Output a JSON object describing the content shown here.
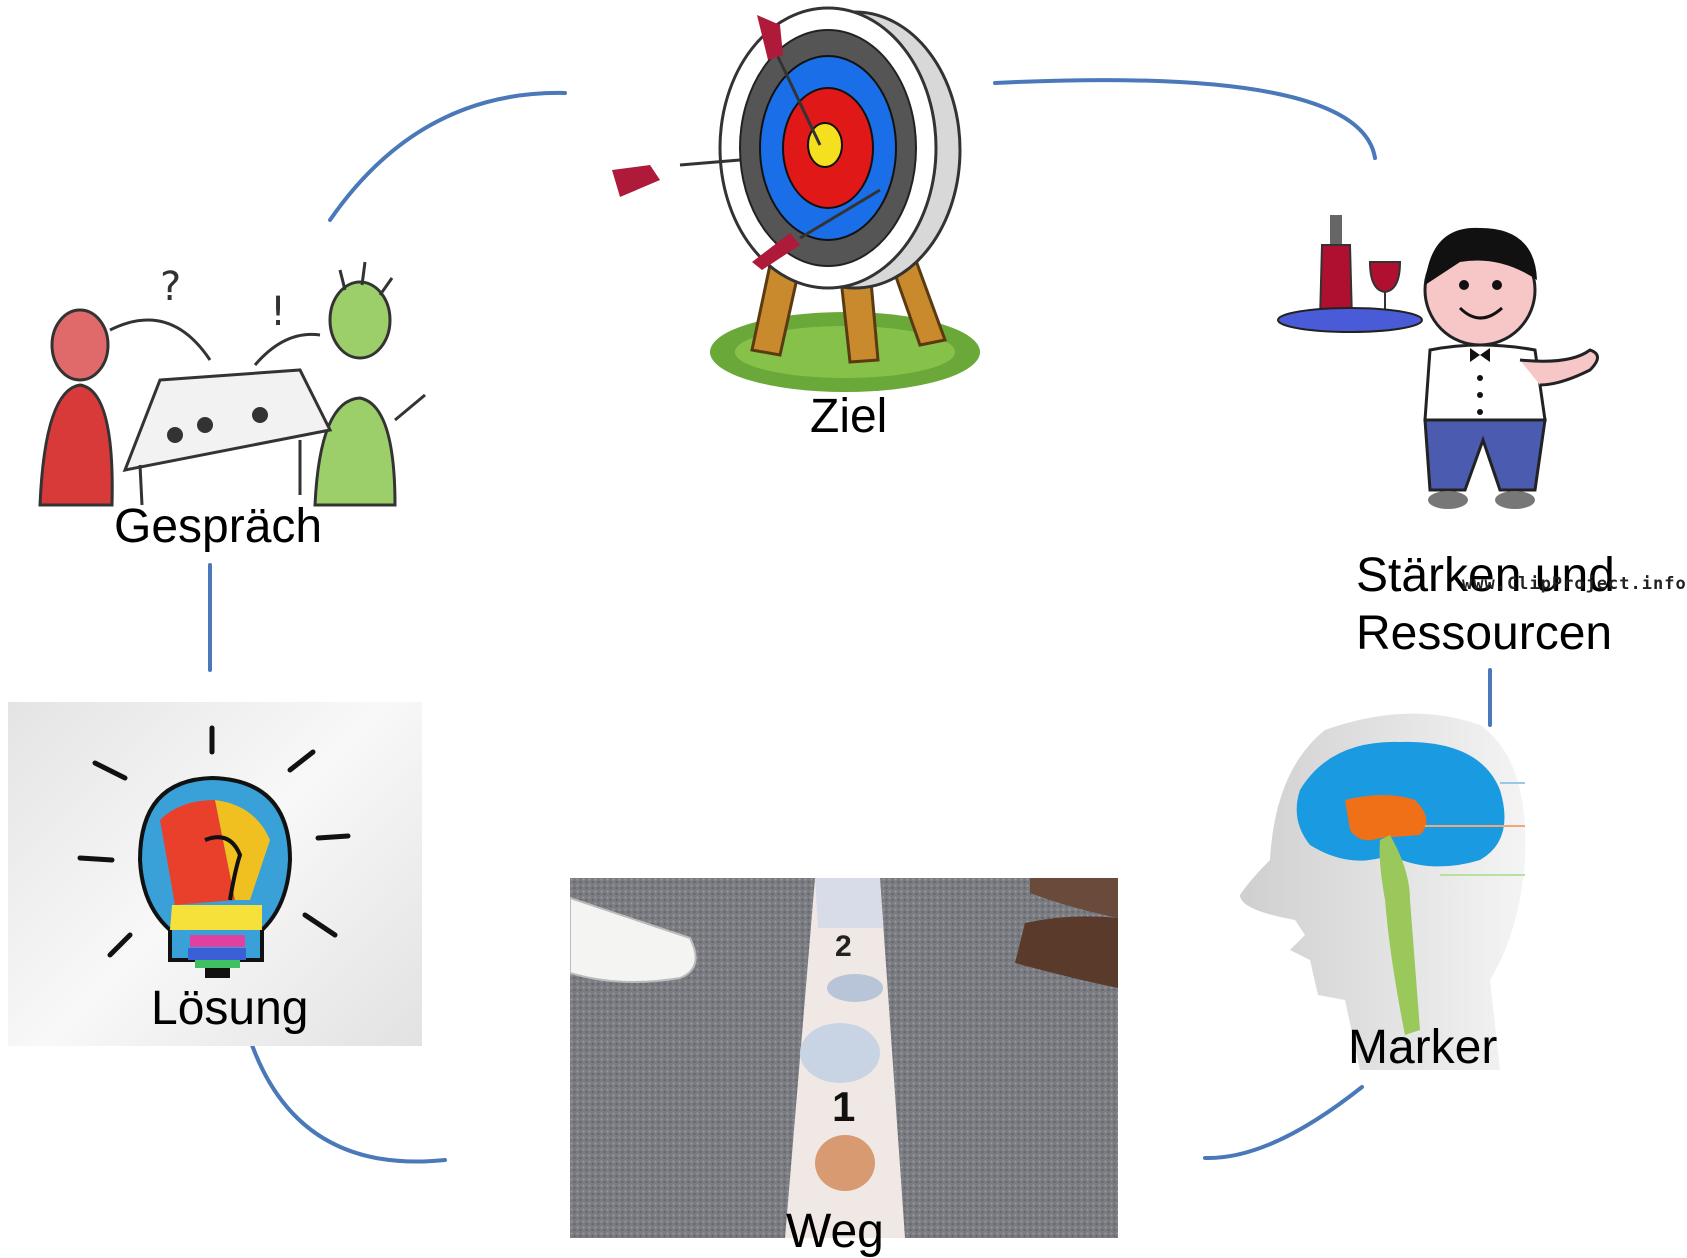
{
  "nodes": {
    "ziel": {
      "label": "Ziel"
    },
    "gespraech": {
      "label": "Gespräch"
    },
    "staerken": {
      "label_line1": "Stärken und",
      "label_line2": "Ressourcen"
    },
    "loesung": {
      "label": "Lösung"
    },
    "marker": {
      "label": "Marker"
    },
    "weg": {
      "label": "Weg",
      "step_numbers": [
        "2",
        "1"
      ]
    }
  },
  "watermark": "www.ClipProject.info",
  "colors": {
    "connector": "#4a78b8"
  }
}
